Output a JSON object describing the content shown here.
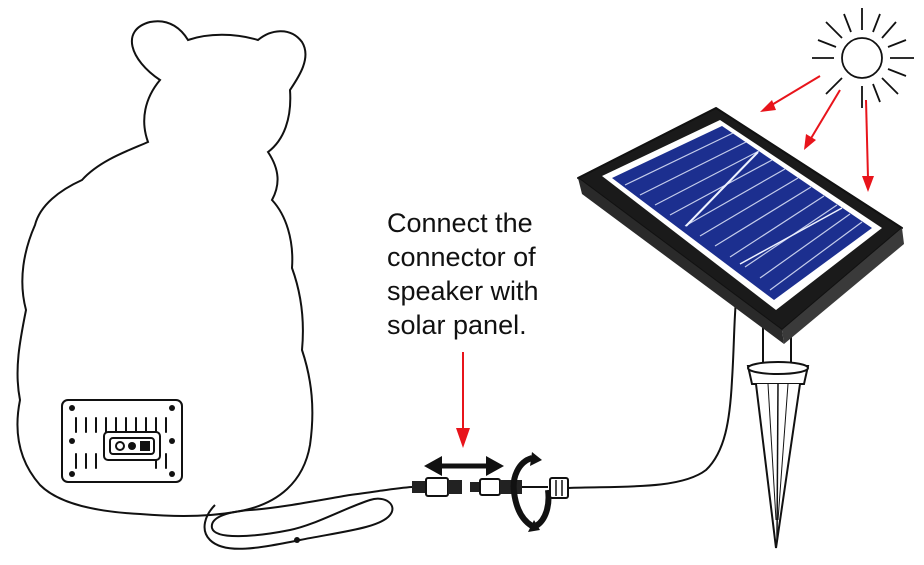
{
  "instruction": {
    "lines": [
      "Connect the",
      "connector of",
      "speaker with",
      "solar panel."
    ]
  },
  "colors": {
    "outline": "#111111",
    "arrow": "#e8141b",
    "panel_cell": "#1c2f8f",
    "panel_frame": "#1a1a1a",
    "connector": "#222222"
  },
  "icons": [
    "sun-icon",
    "bear-speaker-outline",
    "solar-panel",
    "ground-stake",
    "connector-plug",
    "double-arrow",
    "rotate-arrows"
  ]
}
